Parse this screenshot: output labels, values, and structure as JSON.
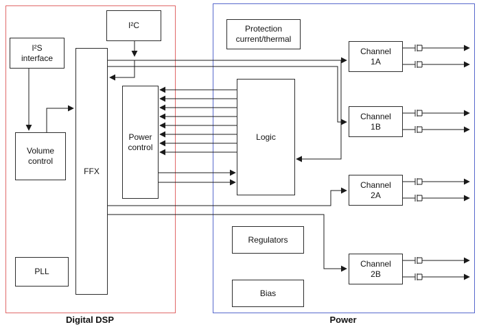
{
  "diagram": {
    "groups": {
      "dsp": {
        "label": "Digital DSP"
      },
      "power": {
        "label": "Power"
      }
    },
    "blocks": {
      "i2s": "I²S interface",
      "i2c": "I²C",
      "volume": "Volume control",
      "ffx": "FFX",
      "power_control": "Power control",
      "pll": "PLL",
      "protection": "Protection current/thermal",
      "logic": "Logic",
      "regulators": "Regulators",
      "bias": "Bias",
      "channel_1a": "Channel 1A",
      "channel_1b": "Channel 1B",
      "channel_2a": "Channel 2A",
      "channel_2b": "Channel 2B"
    },
    "colors": {
      "dsp_border": "#e06666",
      "power_border": "#5566cc",
      "line": "#1a1a1a"
    }
  }
}
